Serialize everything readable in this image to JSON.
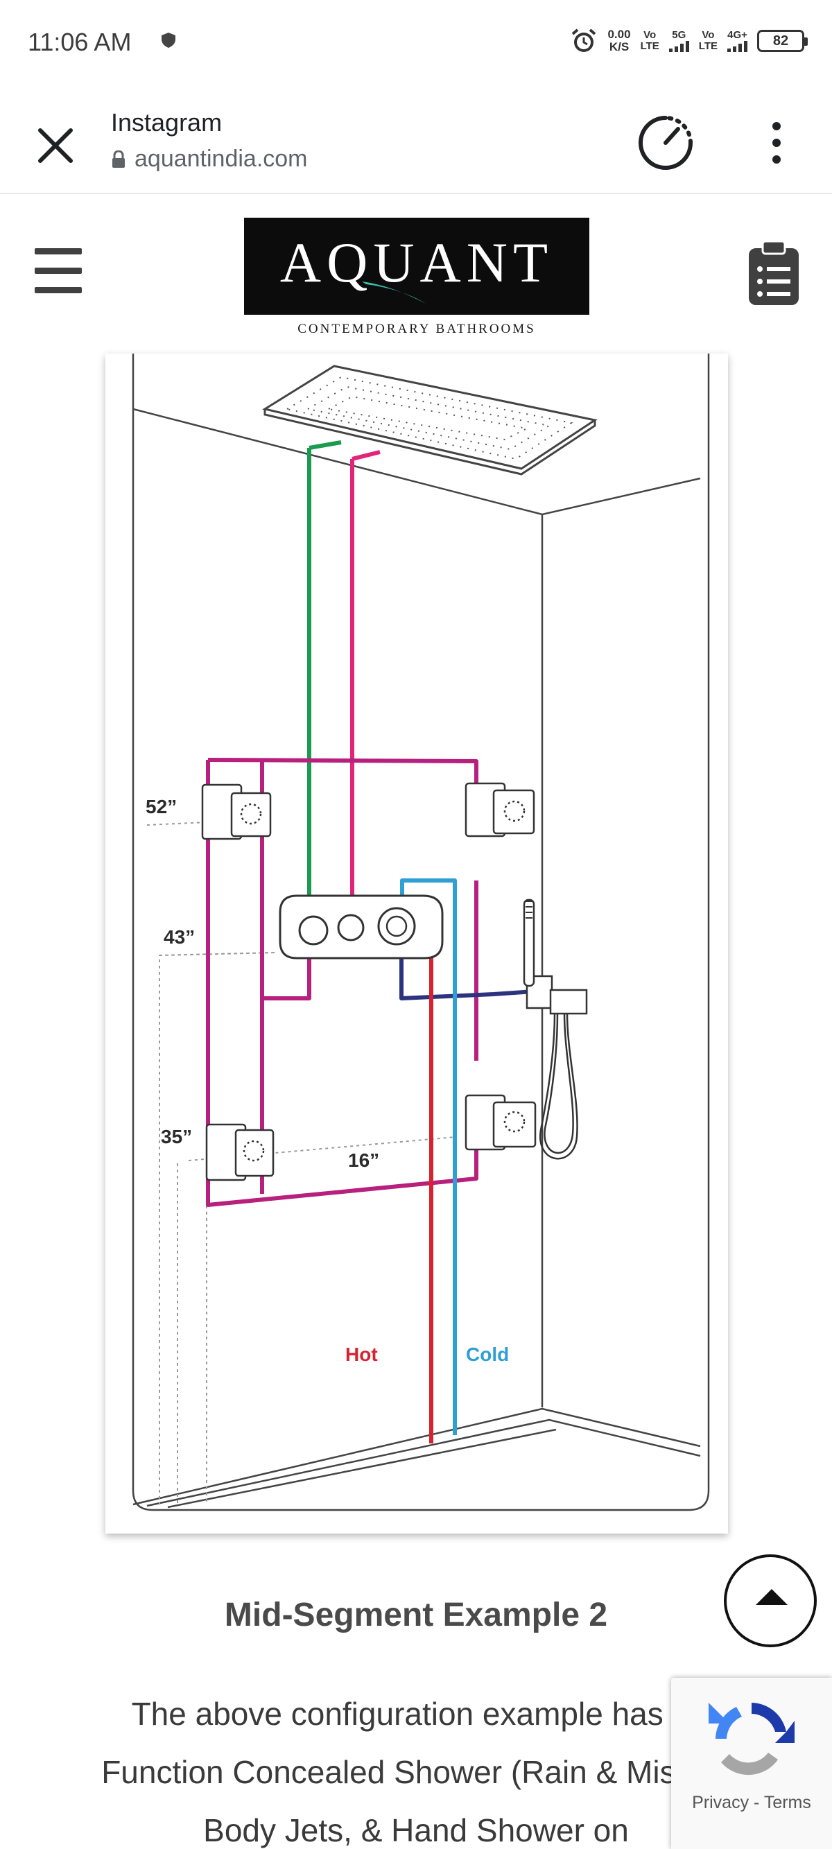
{
  "status_bar": {
    "time": "11:06 AM",
    "net_speed_value": "0.00",
    "net_speed_unit": "K/S",
    "sim1_tag_top": "Vo",
    "sim1_tag_bottom": "LTE",
    "sim1_network": "5G",
    "sim2_tag_top": "Vo",
    "sim2_tag_bottom": "LTE",
    "sim2_network": "4G+",
    "battery": "82"
  },
  "browser": {
    "tab_title": "Instagram",
    "url": "aquantindia.com"
  },
  "site": {
    "logo_text": "AQUANT",
    "tagline": "CONTEMPORARY BATHROOMS"
  },
  "diagram": {
    "labels": {
      "h52": "52”",
      "h43": "43”",
      "h35": "35”",
      "w16": "16”",
      "hot": "Hot",
      "cold": "Cold"
    },
    "colors": {
      "magenta": "#b8207d",
      "green": "#1b9b50",
      "pink": "#e2247a",
      "hot": "#d6232f",
      "cold": "#2f9fd4",
      "navy": "#2e3380"
    }
  },
  "content": {
    "title": "Mid-Segment Example 2",
    "body": "The above configuration example has 2-Function Concealed Shower (Rain & Mist), 4 Body Jets, & Hand Shower on"
  },
  "recaptcha": {
    "links": "Privacy - Terms"
  }
}
